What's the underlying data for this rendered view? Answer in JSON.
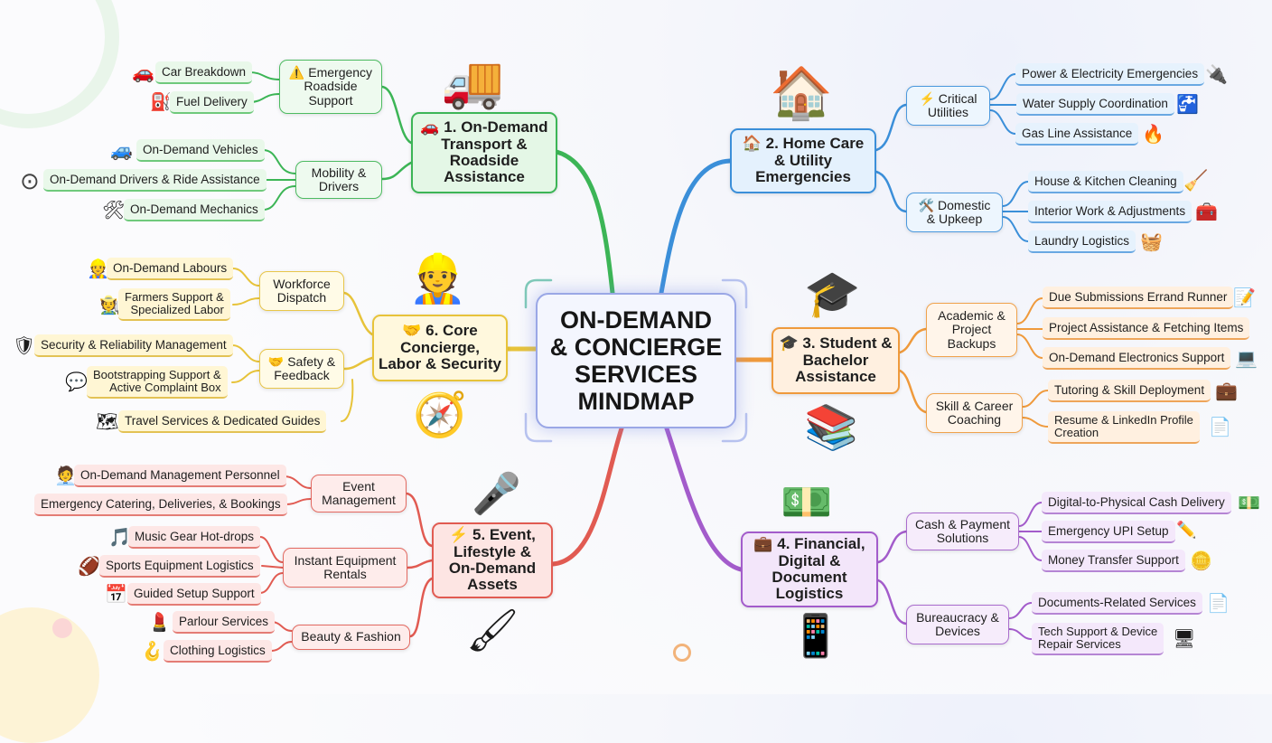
{
  "center": {
    "line1": "ON-DEMAND",
    "line2": "& CONCIERGE",
    "line3": "SERVICES",
    "line4": "MINDMAP"
  },
  "b1": {
    "title_l1": "🚗 1. On-Demand",
    "title_l2": "Transport &",
    "title_l3": "Roadside",
    "title_l4": "Assistance",
    "sub1": {
      "l1": "⚠️ Emergency",
      "l2": "Roadside",
      "l3": "Support",
      "leaves": [
        "Car Breakdown",
        "Fuel Delivery"
      ]
    },
    "sub2": {
      "l1": "Mobility &",
      "l2": "Drivers",
      "leaves": [
        "On-Demand Vehicles",
        "On-Demand Drivers & Ride Assistance",
        "On-Demand Mechanics"
      ]
    }
  },
  "b2": {
    "title_l1": "🏠 2. Home Care",
    "title_l2": "& Utility",
    "title_l3": "Emergencies",
    "sub1": {
      "l1": "⚡ Critical",
      "l2": "Utilities",
      "leaves": [
        "Power & Electricity Emergencies",
        "Water Supply Coordination",
        "Gas Line Assistance"
      ]
    },
    "sub2": {
      "l1": "🛠️ Domestic",
      "l2": "& Upkeep",
      "leaves": [
        "House & Kitchen Cleaning",
        "Interior Work & Adjustments",
        "Laundry Logistics"
      ]
    }
  },
  "b3": {
    "title_l1": "🎓 3. Student &",
    "title_l2": "Bachelor",
    "title_l3": "Assistance",
    "sub1": {
      "l1": "Academic &",
      "l2": "Project",
      "l3": "Backups",
      "leaves": [
        "Due Submissions Errand Runner",
        "Project Assistance & Fetching Items",
        "On-Demand Electronics Support"
      ]
    },
    "sub2": {
      "l1": "Skill & Career",
      "l2": "Coaching",
      "leaves": [
        "Tutoring & Skill Deployment"
      ],
      "leaf2_l1": "Resume & LinkedIn Profile",
      "leaf2_l2": "Creation"
    }
  },
  "b4": {
    "title_l1": "💼 4. Financial,",
    "title_l2": "Digital &",
    "title_l3": "Document",
    "title_l4": "Logistics",
    "sub1": {
      "l1": "Cash & Payment",
      "l2": "Solutions",
      "leaves": [
        "Digital-to-Physical Cash Delivery",
        "Emergency UPI Setup",
        "Money Transfer Support"
      ]
    },
    "sub2": {
      "l1": "Bureaucracy &",
      "l2": "Devices",
      "leaves": [
        "Documents-Related Services"
      ],
      "leaf2_l1": "Tech Support & Device",
      "leaf2_l2": "Repair Services"
    }
  },
  "b5": {
    "title_l1": "⚡ 5. Event,",
    "title_l2": "Lifestyle &",
    "title_l3": "On-Demand",
    "title_l4": "Assets",
    "sub1": {
      "l1": "Event",
      "l2": "Management",
      "leaves": [
        "On-Demand Management Personnel",
        "Emergency Catering, Deliveries, & Bookings"
      ]
    },
    "sub2": {
      "l1": "Instant Equipment",
      "l2": "Rentals",
      "leaves": [
        "Music Gear Hot-drops",
        "Sports Equipment Logistics",
        "Guided Setup Support"
      ]
    },
    "sub3": {
      "l1": "Beauty & Fashion",
      "leaves": [
        "Parlour Services",
        "Clothing Logistics"
      ]
    }
  },
  "b6": {
    "title_l1": "🤝 6. Core",
    "title_l2": "Concierge,",
    "title_l3": "Labor & Security",
    "sub1": {
      "l1": "Workforce",
      "l2": "Dispatch",
      "leaves": [
        "On-Demand Labours"
      ],
      "leaf2_l1": "Farmers Support &",
      "leaf2_l2": "Specialized Labor"
    },
    "sub2": {
      "l1": "🤝 Safety &",
      "l2": "Feedback",
      "leaves": [
        "Security & Reliability Management",
        "Travel Services & Dedicated Guides"
      ],
      "leaf2_l1": "Bootstrapping Support &",
      "leaf2_l2": "Active Complaint Box"
    }
  },
  "icons": {
    "car_breakdown": "🚗",
    "fuel": "⛽",
    "vehicles": "🚙",
    "driver": "⊙",
    "mechanics": "🛠",
    "tow_truck": "🚚",
    "house_tools": "🏠",
    "power": "🔌",
    "water": "🚰",
    "gas": "🔥",
    "cleaning": "🧹",
    "interior": "🧰",
    "laundry": "🧺",
    "grad_cap": "🎓",
    "errand": "📝",
    "electronics": "💻",
    "tutoring": "💼",
    "resume": "📄",
    "books_laptop": "📚",
    "cash_stack": "💵",
    "cash_delivery": "💵",
    "upi": "✏️",
    "coins": "🪙",
    "documents": "📄",
    "tech_support": "🖥",
    "phone_coins": "📱",
    "mic": "🎤",
    "manager": "🧑‍💼",
    "music": "🎵",
    "sports": "🏈",
    "calendar": "📅",
    "parlour": "💄",
    "hanger": "🪝",
    "brush_hanger": "🖌",
    "workers": "👷",
    "labour": "👷",
    "farmer": "🧑‍🌾",
    "shield": "🛡",
    "chat": "💬",
    "map": "🗺",
    "compass": "🧭"
  },
  "colors": {
    "green": "#3cb556",
    "blue": "#3b8fd9",
    "yellow": "#e7c33a",
    "orange": "#ef9a3c",
    "red": "#e15b52",
    "purple": "#a35ccb"
  }
}
